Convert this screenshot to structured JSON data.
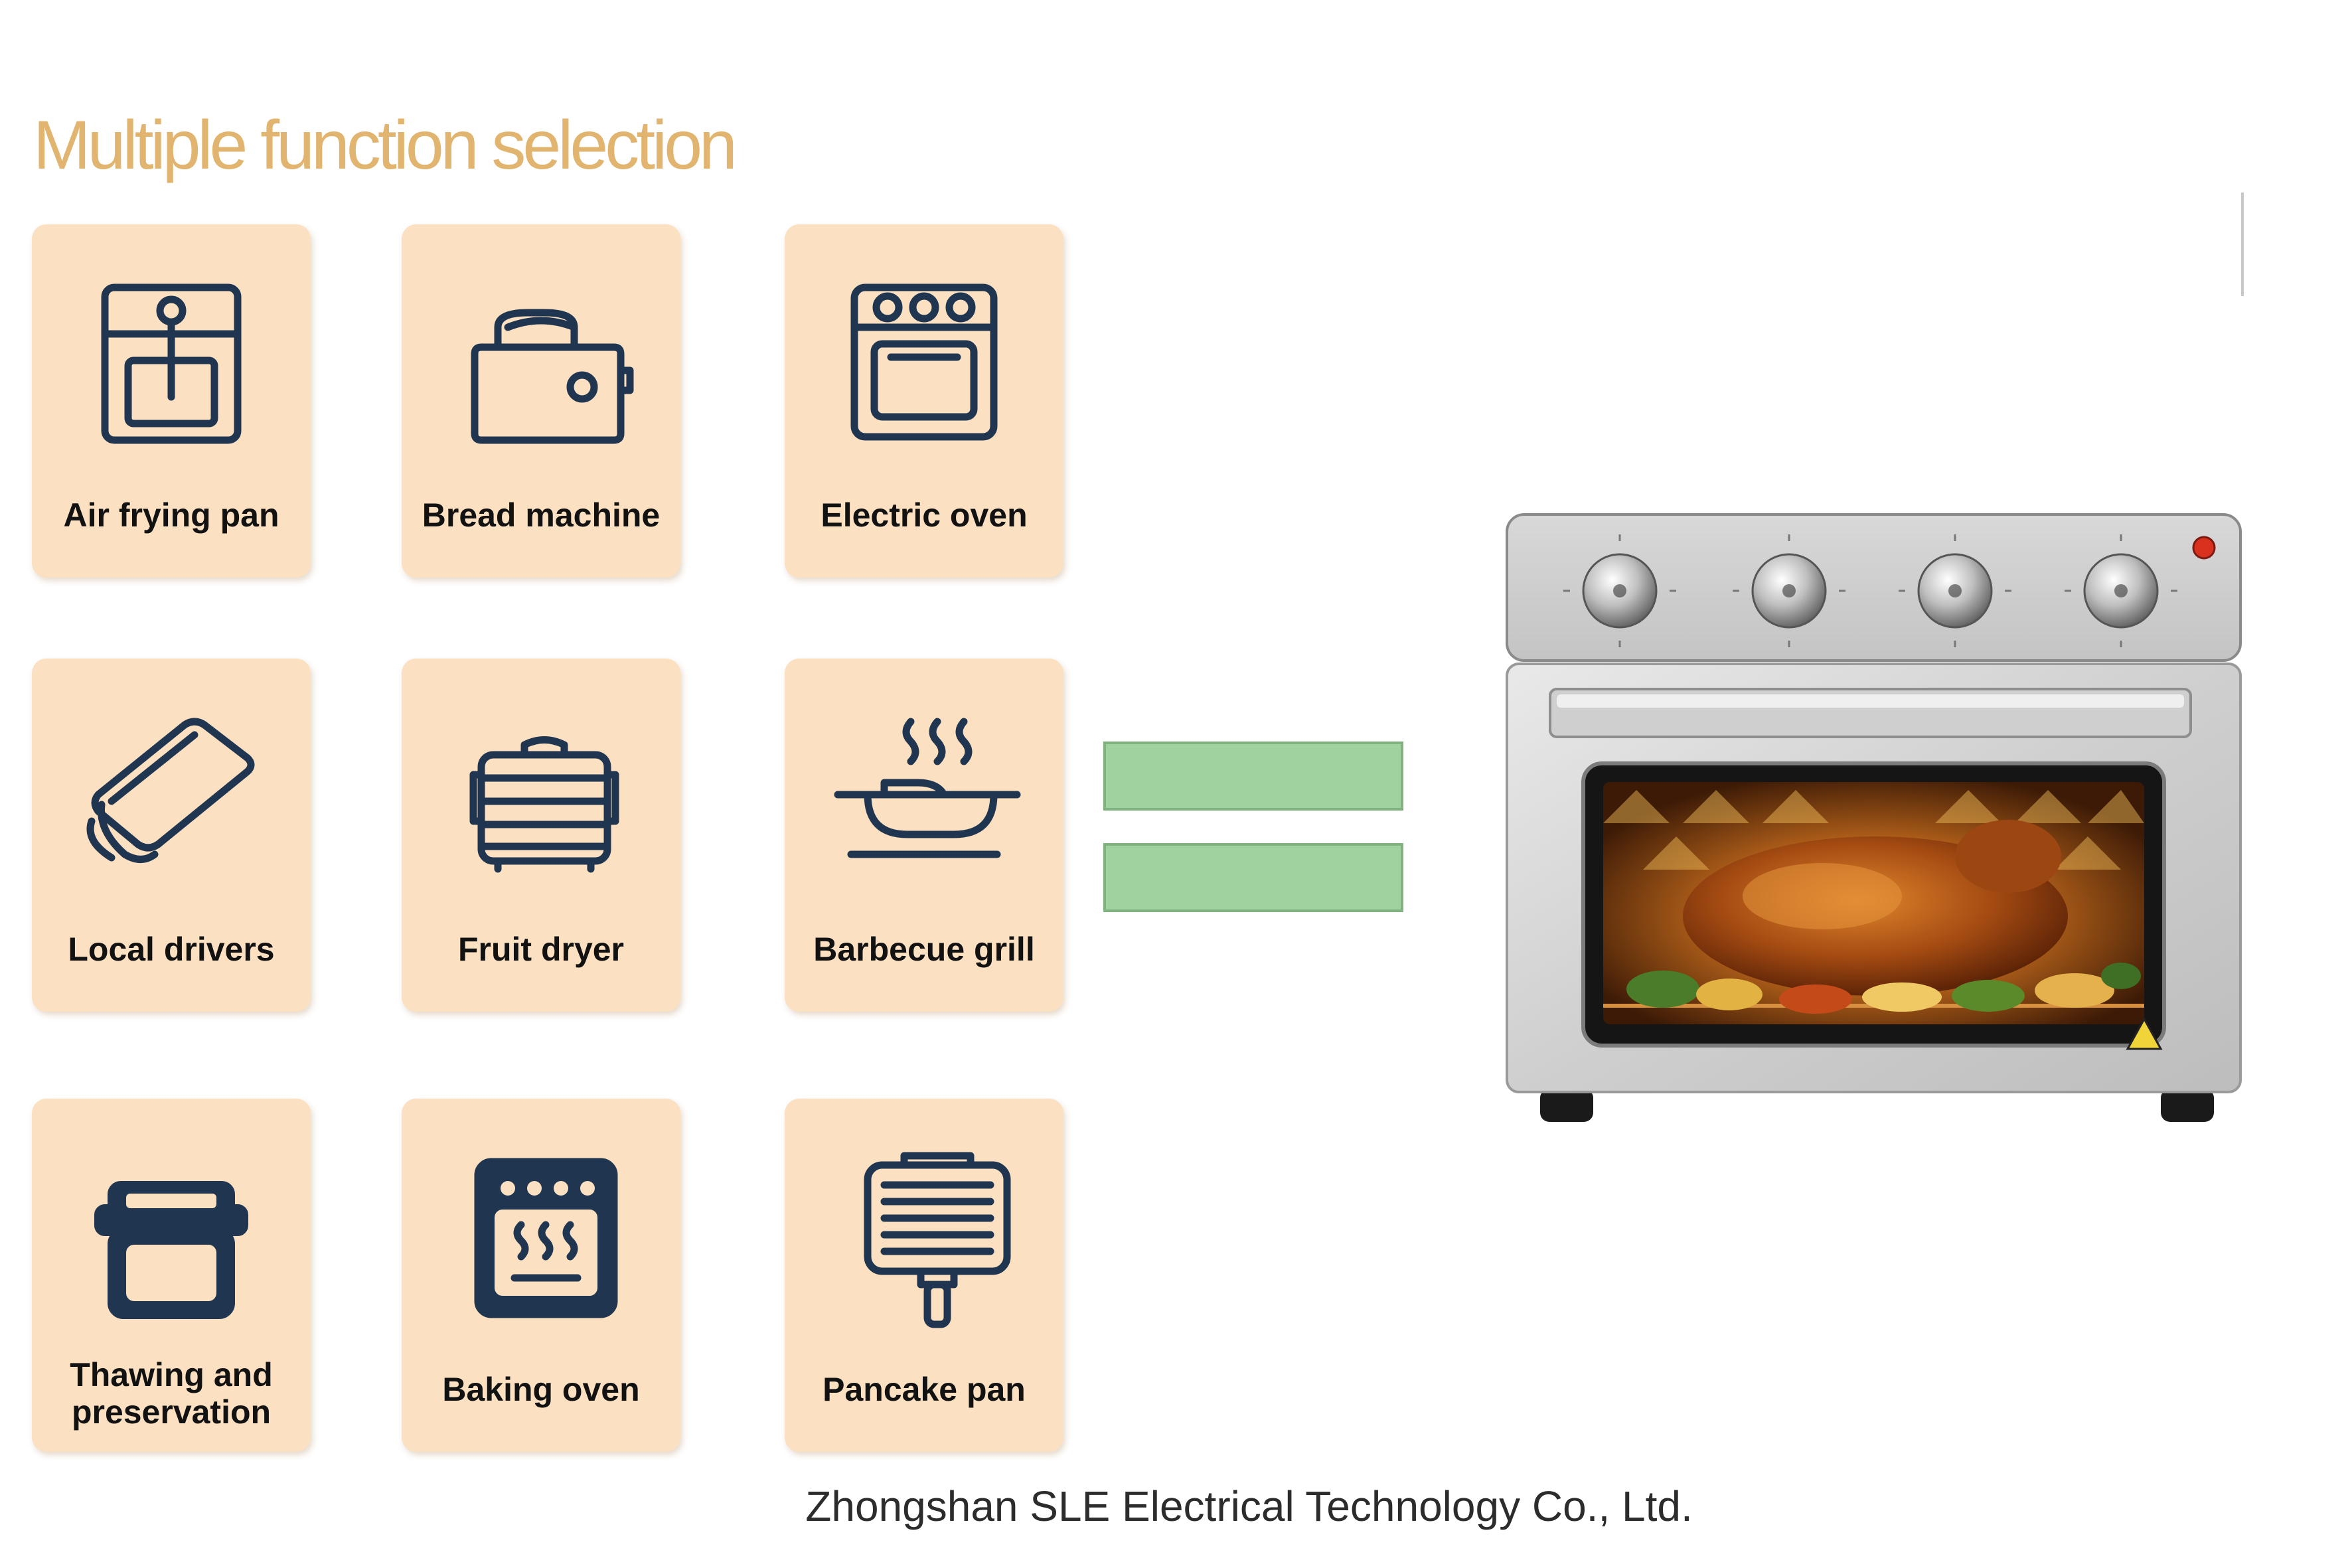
{
  "heading": "Multiple function selection",
  "functions": [
    {
      "label": "Air frying pan",
      "icon": "air-fryer-icon"
    },
    {
      "label": "Bread machine",
      "icon": "toaster-icon"
    },
    {
      "label": "Electric oven",
      "icon": "electric-oven-icon"
    },
    {
      "label": "Local drivers",
      "icon": "sandwich-maker-icon"
    },
    {
      "label": "Fruit dryer",
      "icon": "fruit-dryer-icon"
    },
    {
      "label": "Barbecue grill",
      "icon": "grill-pan-icon"
    },
    {
      "label": "Thawing and preservation",
      "label_line1": "Thawing and",
      "label_line2": "preservation",
      "icon": "food-container-icon"
    },
    {
      "label": "Baking oven",
      "icon": "baking-oven-icon"
    },
    {
      "label": "Pancake pan",
      "icon": "pancake-pan-icon"
    }
  ],
  "equals_sign_color": "#9fd29f",
  "product_image": "air-fryer-toaster-oven-with-roast-chicken",
  "company": "Zhongshan SLE Electrical Technology Co., Ltd.",
  "colors": {
    "heading": "#e1b46f",
    "card_bg": "#fbe0c1",
    "icon_stroke": "#1f3550"
  }
}
